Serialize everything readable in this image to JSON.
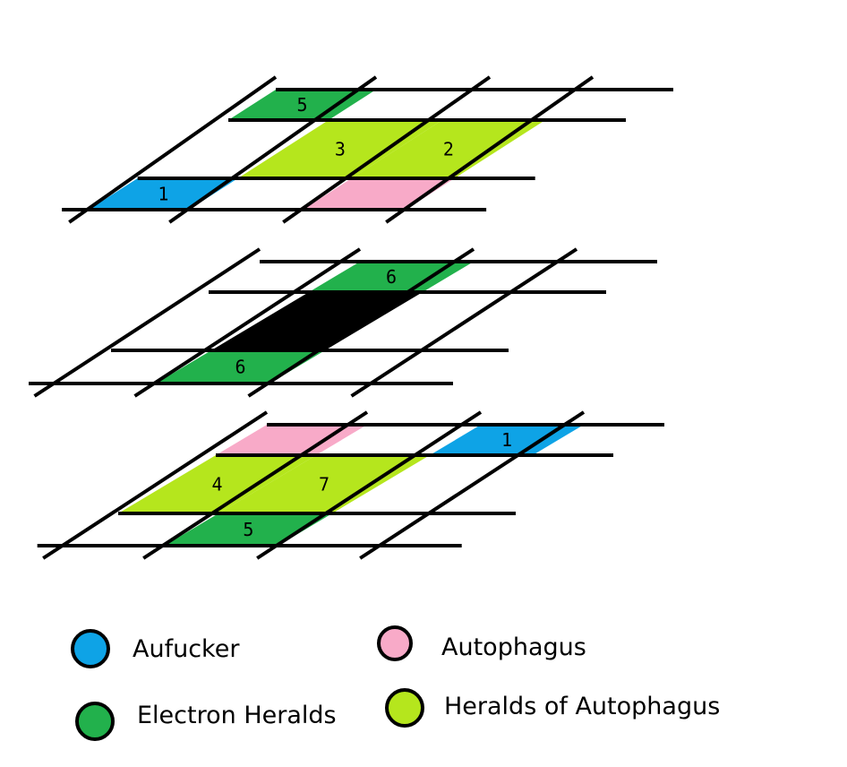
{
  "legend": {
    "aufucker": {
      "label": "Aufucker",
      "color": "#0ea3e6"
    },
    "autophagus": {
      "label": "Autophagus",
      "color": "#f8aac8"
    },
    "electron_heralds": {
      "label": "Electron Heralds",
      "color": "#22b14c"
    },
    "heralds_of_autophagus": {
      "label": "Heralds of Autophagus",
      "color": "#b5e61d"
    }
  },
  "void_color": "#000000",
  "layers": [
    {
      "name": "top",
      "cells": [
        {
          "row": 0,
          "col": 0,
          "faction": "electron_heralds",
          "label": "5"
        },
        {
          "row": 1,
          "col": 1,
          "faction": "heralds_of_autophagus",
          "label": "3"
        },
        {
          "row": 1,
          "col": 2,
          "faction": "heralds_of_autophagus",
          "label": "2"
        },
        {
          "row": 2,
          "col": 0,
          "faction": "aufucker",
          "label": "1"
        },
        {
          "row": 2,
          "col": 2,
          "faction": "autophagus",
          "label": ""
        }
      ]
    },
    {
      "name": "middle",
      "cells": [
        {
          "row": 0,
          "col": 1,
          "faction": "electron_heralds",
          "label": "6"
        },
        {
          "row": 1,
          "col": 1,
          "faction": "void",
          "label": ""
        },
        {
          "row": 2,
          "col": 1,
          "faction": "electron_heralds",
          "label": "6"
        }
      ]
    },
    {
      "name": "bottom",
      "cells": [
        {
          "row": 0,
          "col": 0,
          "faction": "autophagus",
          "label": ""
        },
        {
          "row": 0,
          "col": 2,
          "faction": "aufucker",
          "label": "1"
        },
        {
          "row": 1,
          "col": 0,
          "faction": "heralds_of_autophagus",
          "label": "4"
        },
        {
          "row": 1,
          "col": 1,
          "faction": "heralds_of_autophagus",
          "label": "7"
        },
        {
          "row": 2,
          "col": 1,
          "faction": "electron_heralds",
          "label": "5"
        }
      ]
    }
  ]
}
